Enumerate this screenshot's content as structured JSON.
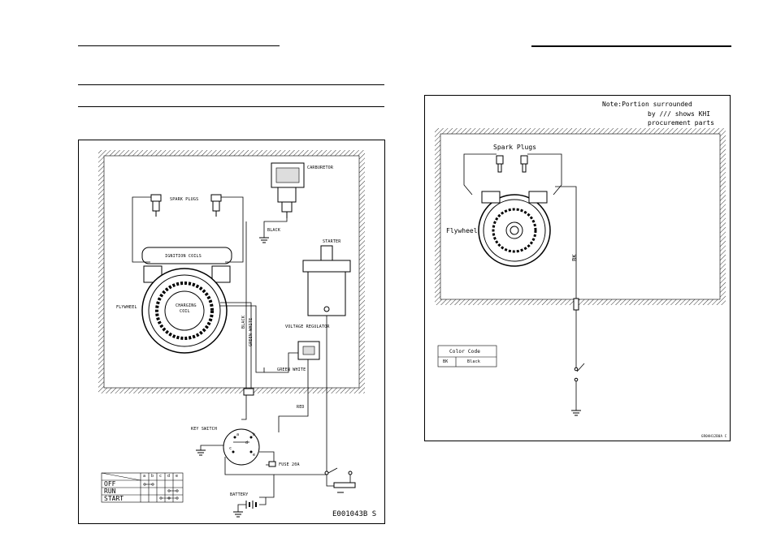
{
  "left_diagram": {
    "components": {
      "carburetor": "CARBURETOR",
      "spark_plugs": "SPARK PLUGS",
      "ignition_coils": "IGNITION COILS",
      "starter": "STARTER",
      "flywheel": "FLYWHEEL",
      "charging_coil_line1": "CHARGING",
      "charging_coil_line2": "COIL",
      "voltage_regulator": "VOLTAGE REGULATOR",
      "key_switch": "KEY SWITCH",
      "fuse": "FUSE 20A",
      "battery": "BATTERY"
    },
    "wires": {
      "black_carb": "BLACK",
      "black_vert": "BLACK",
      "green_white": "GREEN WHITE",
      "green_white2": "GREEN WHITE",
      "red": "RED"
    },
    "switch_terminals": [
      "a",
      "b",
      "c",
      "d",
      "e"
    ],
    "switch_table": {
      "columns": [
        "a",
        "b",
        "c",
        "d",
        "e"
      ],
      "rows": [
        "OFF",
        "RUN",
        "START"
      ]
    },
    "figure_code": "E001043B  S"
  },
  "right_diagram": {
    "note_line1": "Note:Portion surrounded",
    "note_line2": "by /// shows KHI",
    "note_line3": "procurement parts",
    "spark_plugs": "Spark Plugs",
    "flywheel": "Flywheel",
    "wire_label": "BK",
    "color_code_title": "Color Code",
    "color_code_key": "BK",
    "color_code_value": "Black",
    "figure_code": "GR0AH12B0A C"
  }
}
